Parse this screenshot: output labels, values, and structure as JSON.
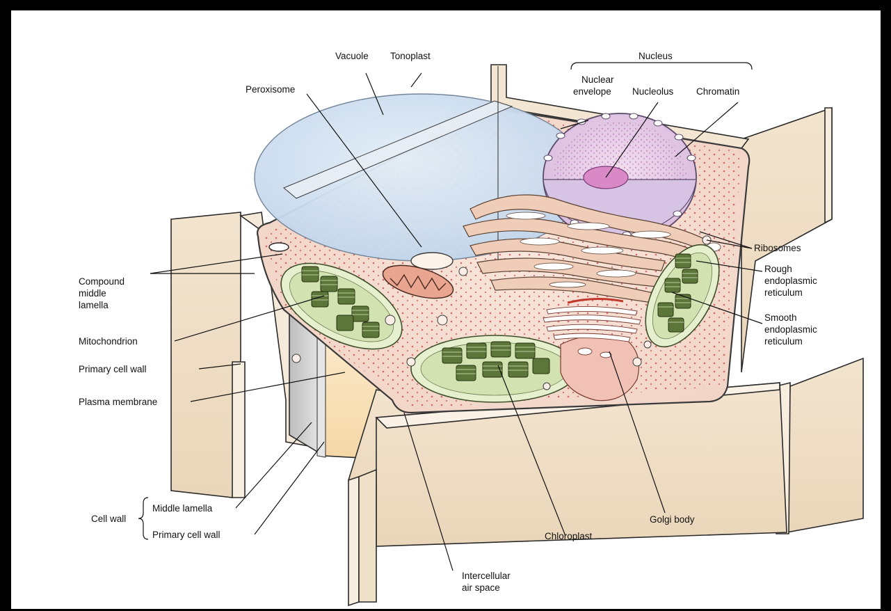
{
  "labels": {
    "vacuole": "Vacuole",
    "tonoplast": "Tonoplast",
    "nucleus": "Nucleus",
    "nuclear_envelope_1": "Nuclear",
    "nuclear_envelope_2": "envelope",
    "nucleolus": "Nucleolus",
    "chromatin": "Chromatin",
    "peroxisome": "Peroxisome",
    "ribosomes": "Ribosomes",
    "rough_er_1": "Rough",
    "rough_er_2": "endoplasmic",
    "rough_er_3": "reticulum",
    "smooth_er_1": "Smooth",
    "smooth_er_2": "endoplasmic",
    "smooth_er_3": "reticulum",
    "compound_middle_lamella_1": "Compound",
    "compound_middle_lamella_2": "middle",
    "compound_middle_lamella_3": "lamella",
    "mitochondrion": "Mitochondrion",
    "primary_cell_wall_left": "Primary cell wall",
    "plasma_membrane": "Plasma membrane",
    "cell_wall": "Cell wall",
    "middle_lamella": "Middle lamella",
    "primary_cell_wall_bottom": "Primary cell wall",
    "golgi_body": "Golgi body",
    "chloroplast": "Chloroplast",
    "intercellular_1": "Intercellular",
    "intercellular_2": "air space"
  },
  "colors": {
    "wall": "#efe1cc",
    "wall_shadow": "#d9c4a6",
    "cytoplasm": "#f6ddd2",
    "vacuole": "#cfe0f2",
    "nucleus": "#e6d0ea",
    "chloroplast": "#dfe9c4",
    "thylakoid": "#5f7a3a",
    "er": "#eac3ad",
    "golgi": "#f1c0b3"
  }
}
